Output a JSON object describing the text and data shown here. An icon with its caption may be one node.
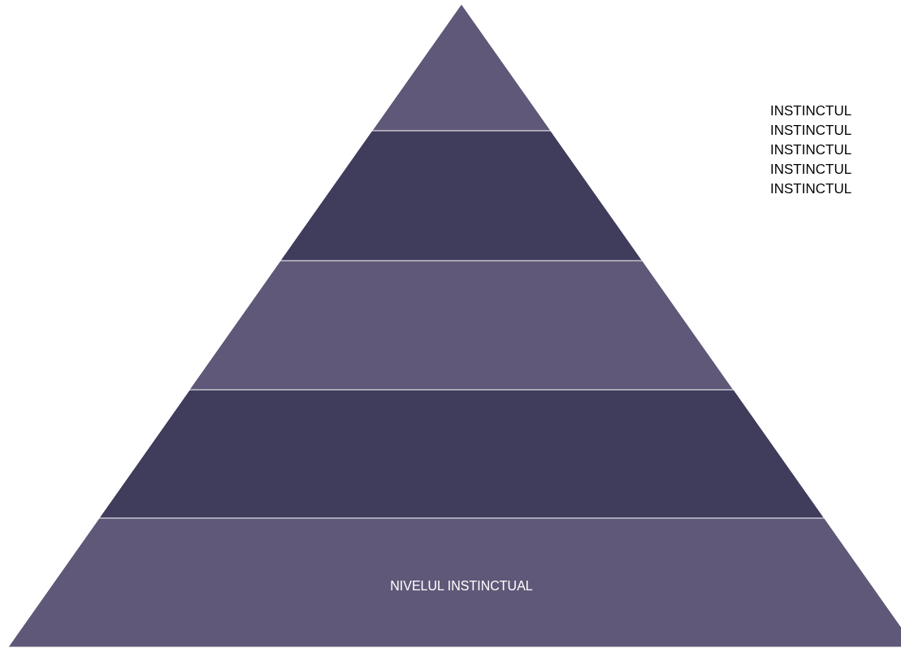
{
  "diagram": {
    "nodes": [
      {
        "text": [],
        "shape": "triangle"
      },
      {
        "text": [],
        "shape": "trapezoid"
      },
      {
        "text": [],
        "shape": "trapezoid"
      },
      {
        "text": [],
        "shape": "trapezoid"
      },
      {
        "text": [
          "NIVELUL INSTINCTUAL"
        ]
      }
    ],
    "labels": [
      "INSTINCTUL",
      "INSTINCTUL",
      "INSTINCTUL",
      "INSTINCTUL",
      "INSTINCTUL"
    ]
  }
}
